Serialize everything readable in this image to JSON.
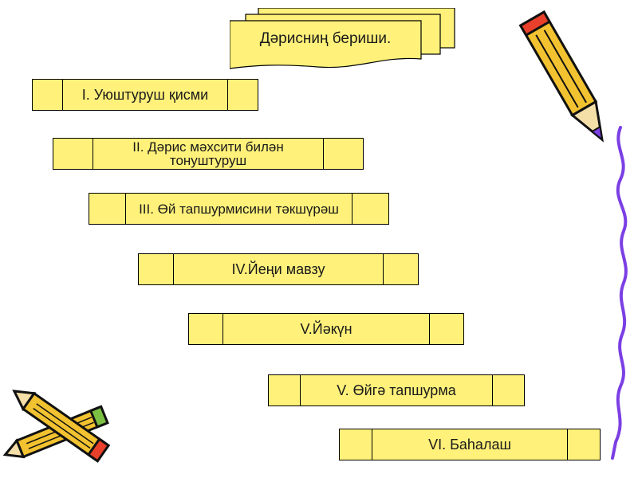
{
  "header": {
    "title": "Дәрисниң бериши."
  },
  "steps": [
    {
      "label": "I. Уюштуруш қисми"
    },
    {
      "label": "II. Дәрис мәхсити билән тонуштуруш"
    },
    {
      "label": "III. Өй тапшурмисини тәкшүрәш"
    },
    {
      "label": "IV.Йеңи мавзу"
    },
    {
      "label": "V.Йәкүн"
    },
    {
      "label": "V. Өйгә тапшурма"
    },
    {
      "label": "VI. Баһалаш"
    }
  ],
  "colors": {
    "fill": "#FFF17A",
    "outline": "#000000",
    "accent": "#7B3FE4",
    "pencil": "#F2C230"
  },
  "icons": [
    "pencil-icon",
    "crossed-pencils-icon",
    "wavy-line-decoration"
  ]
}
